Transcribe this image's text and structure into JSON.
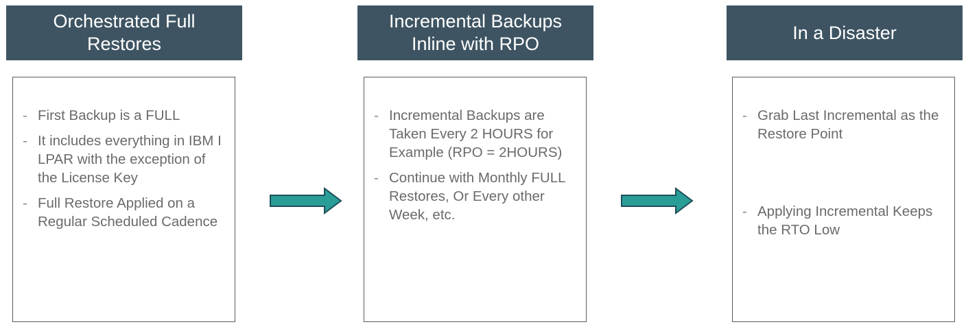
{
  "columns": [
    {
      "title_lines": [
        "Orchestrated Full",
        "Restores"
      ],
      "bullets": [
        "First Backup is a FULL",
        "It includes everything in IBM I LPAR with the exception of the License Key",
        "Full Restore Applied on a Regular Scheduled Cadence"
      ]
    },
    {
      "title_lines": [
        "Incremental Backups",
        "Inline with RPO"
      ],
      "bullets": [
        "Incremental Backups are Taken Every 2 HOURS for Example (RPO = 2HOURS)",
        "Continue with Monthly FULL Restores, Or Every other Week, etc."
      ]
    },
    {
      "title_lines": [
        "In a Disaster"
      ],
      "bullets": [
        "Grab Last Incremental as the Restore Point",
        "Applying Incremental Keeps the RTO Low"
      ]
    }
  ],
  "colors": {
    "header_bg": "#3e5462",
    "header_text": "#ffffff",
    "arrow_fill": "#2a9d96",
    "arrow_stroke": "#1f4e5a",
    "body_text": "#6a6a6a"
  }
}
